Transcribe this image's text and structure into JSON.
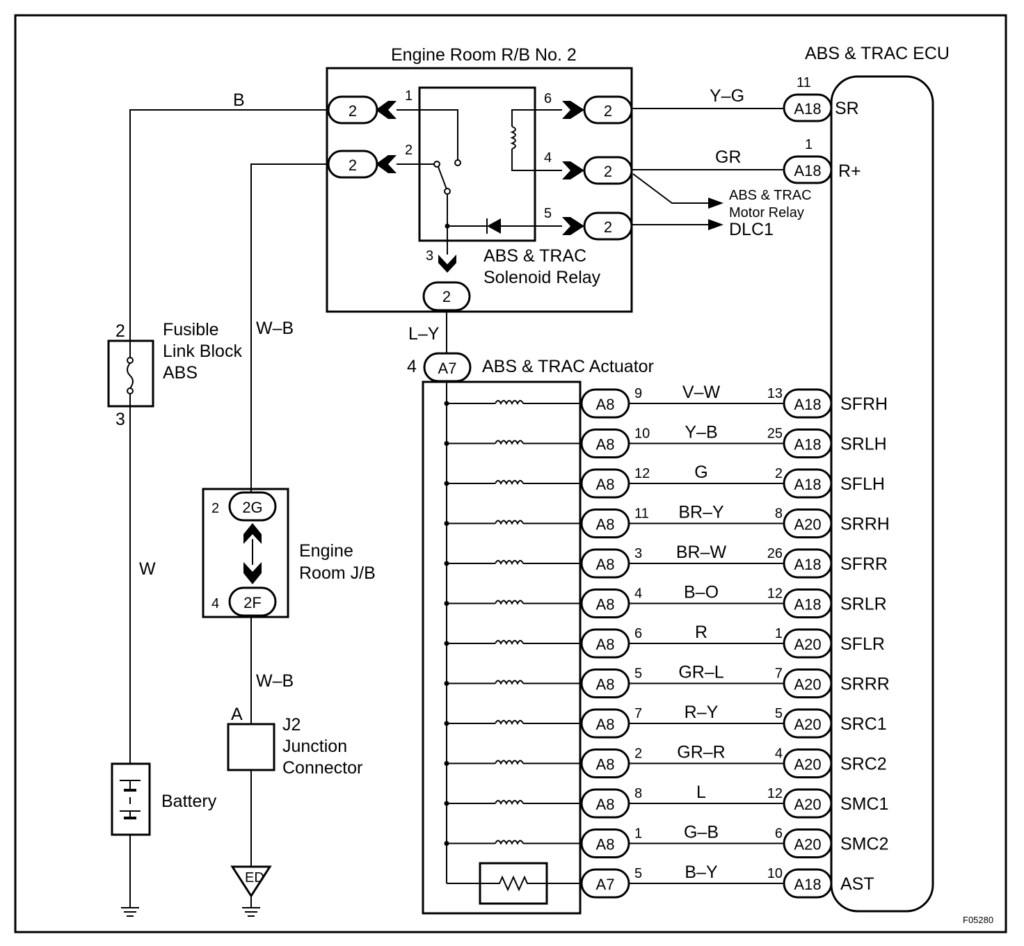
{
  "ecu": {
    "title": "ABS & TRAC ECU",
    "top_pins": [
      {
        "pin": "11",
        "conn": "A18",
        "term": "SR",
        "wire": "Y–G"
      },
      {
        "pin": "1",
        "conn": "A18",
        "term": "R+",
        "wire": "GR"
      }
    ]
  },
  "relay_block": {
    "title": "Engine Room R/B No. 2",
    "connector_label": "2",
    "pins": [
      "1",
      "2",
      "3",
      "4",
      "5",
      "6"
    ],
    "relay_name_line1": "ABS & TRAC",
    "relay_name_line2": "Solenoid Relay",
    "motor_relay_line1": "ABS & TRAC",
    "motor_relay_line2": "Motor Relay",
    "dlc_label": "DLC1"
  },
  "wires": {
    "battery_top": "B",
    "ground_rise": "W–B",
    "battery_side": "W",
    "lower_ground": "W–B",
    "actuator_feed": "L–Y"
  },
  "fusible_link": {
    "line1": "Fusible",
    "line2": "Link Block",
    "line3": "ABS",
    "pin_top": "2",
    "pin_bottom": "3"
  },
  "jb": {
    "line1": "Engine",
    "line2": "Room J/B",
    "top_conn": "2G",
    "bottom_conn": "2F",
    "top_pin": "2",
    "bottom_pin": "4"
  },
  "junction": {
    "pin": "A",
    "line1": "J2",
    "line2": "Junction",
    "line3": "Connector"
  },
  "battery": {
    "label": "Battery"
  },
  "ground": {
    "label": "ED"
  },
  "actuator": {
    "title": "ABS & TRAC Actuator",
    "feed_conn": "A7",
    "feed_pin": "4",
    "rows": [
      {
        "aconn": "A8",
        "apin": "9",
        "wire": "V–W",
        "epin": "13",
        "econn": "A18",
        "term": "SFRH"
      },
      {
        "aconn": "A8",
        "apin": "10",
        "wire": "Y–B",
        "epin": "25",
        "econn": "A18",
        "term": "SRLH"
      },
      {
        "aconn": "A8",
        "apin": "12",
        "wire": "G",
        "epin": "2",
        "econn": "A18",
        "term": "SFLH"
      },
      {
        "aconn": "A8",
        "apin": "11",
        "wire": "BR–Y",
        "epin": "8",
        "econn": "A20",
        "term": "SRRH"
      },
      {
        "aconn": "A8",
        "apin": "3",
        "wire": "BR–W",
        "epin": "26",
        "econn": "A18",
        "term": "SFRR"
      },
      {
        "aconn": "A8",
        "apin": "4",
        "wire": "B–O",
        "epin": "12",
        "econn": "A18",
        "term": "SRLR"
      },
      {
        "aconn": "A8",
        "apin": "6",
        "wire": "R",
        "epin": "1",
        "econn": "A20",
        "term": "SFLR"
      },
      {
        "aconn": "A8",
        "apin": "5",
        "wire": "GR–L",
        "epin": "7",
        "econn": "A20",
        "term": "SRRR"
      },
      {
        "aconn": "A8",
        "apin": "7",
        "wire": "R–Y",
        "epin": "5",
        "econn": "A20",
        "term": "SRC1"
      },
      {
        "aconn": "A8",
        "apin": "2",
        "wire": "GR–R",
        "epin": "4",
        "econn": "A20",
        "term": "SRC2"
      },
      {
        "aconn": "A8",
        "apin": "8",
        "wire": "L",
        "epin": "12",
        "econn": "A20",
        "term": "SMC1"
      },
      {
        "aconn": "A8",
        "apin": "1",
        "wire": "G–B",
        "epin": "6",
        "econn": "A20",
        "term": "SMC2"
      },
      {
        "aconn": "A7",
        "apin": "5",
        "wire": "B–Y",
        "epin": "10",
        "econn": "A18",
        "term": "AST"
      }
    ]
  },
  "figure_code": "F05280"
}
